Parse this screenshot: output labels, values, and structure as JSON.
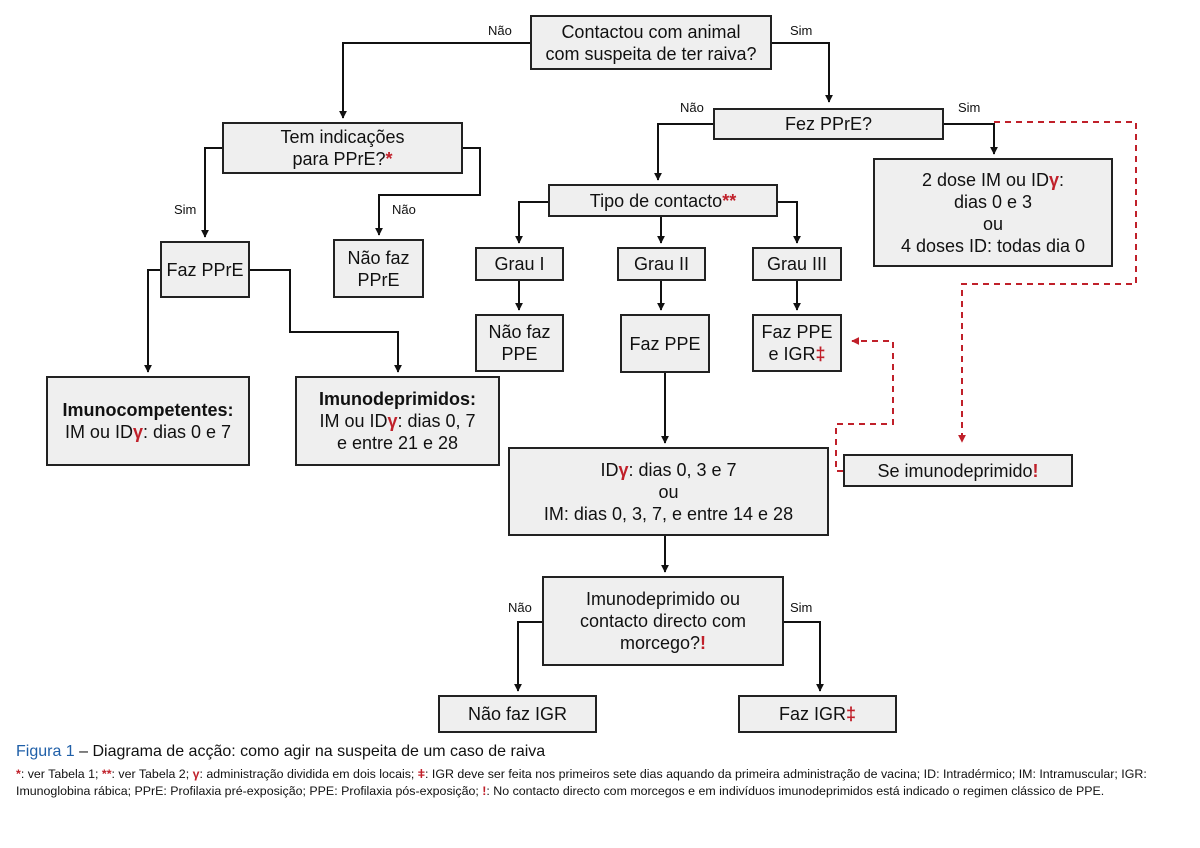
{
  "nodes": {
    "q_contact": {
      "line1": "Contactou com animal",
      "line2": "com suspeita de ter raiva?"
    },
    "q_ppre_ind": {
      "line1": "Tem indicações",
      "line2": "para PPrE?",
      "mark": "*"
    },
    "q_fez_ppre": {
      "text": "Fez PPrE?"
    },
    "nao_faz_ppre": {
      "line1": "Não faz",
      "line2": "PPrE"
    },
    "faz_ppre": {
      "text": "Faz PPrE"
    },
    "imunocompetentes": {
      "title": "Imunocompetentes:",
      "line1_pre": "IM ou ID",
      "gamma": "γ",
      "line1_post": ": dias 0 e 7"
    },
    "imunodeprimidos": {
      "title": "Imunodeprimidos:",
      "line1_pre": "IM ou ID",
      "gamma": "γ",
      "line1_post": ": dias 0, 7",
      "line2": "e entre 21 e 28"
    },
    "tipo_contacto": {
      "text": "Tipo de contacto",
      "mark": "**"
    },
    "grau1": {
      "text": "Grau I"
    },
    "grau2": {
      "text": "Grau II"
    },
    "grau3": {
      "text": "Grau III"
    },
    "nao_faz_ppe": {
      "line1": "Não faz",
      "line2": "PPE"
    },
    "faz_ppe": {
      "text": "Faz PPE"
    },
    "faz_ppe_igr": {
      "line1": "Faz PPE",
      "line2_pre": "e IGR",
      "mark": "‡"
    },
    "booster": {
      "line1_pre": "2 dose IM ou ID",
      "gamma": "γ",
      "line1_post": ":",
      "line2": "dias 0 e 3",
      "line3": "ou",
      "line4": "4 doses ID: todas dia 0"
    },
    "se_imuno": {
      "text": "Se imunodeprimido",
      "mark": "!"
    },
    "regimen": {
      "line1_pre": "ID",
      "gamma": "γ",
      "line1_post": ": dias 0, 3 e 7",
      "line2": "ou",
      "line3": "IM: dias 0, 3, 7, e entre 14 e 28"
    },
    "q_imuno_morcego": {
      "line1": "Imunodeprimido ou",
      "line2": "contacto directo com",
      "line3": "morcego?",
      "mark": "!"
    },
    "nao_faz_igr": {
      "text": "Não faz IGR"
    },
    "faz_igr": {
      "text": "Faz IGR",
      "mark": "‡"
    }
  },
  "edge_labels": {
    "contact_no": "Não",
    "contact_yes": "Sim",
    "ind_yes": "Sim",
    "ind_no": "Não",
    "fez_no": "Não",
    "fez_yes": "Sim",
    "imuno_no": "Não",
    "imuno_yes": "Sim"
  },
  "caption": {
    "fig": "Figura 1",
    "title": " – Diagrama de acção: como agir na suspeita de um caso de raiva",
    "notes": [
      {
        "mark": "*",
        "text": ": ver Tabela 1; "
      },
      {
        "mark": "**",
        "text": ": ver Tabela 2; "
      },
      {
        "mark": "γ",
        "text": ": administração dividida em dois locais; "
      },
      {
        "mark": "ǂ",
        "text": ": IGR deve ser feita nos primeiros sete dias aquando da primeira administração de vacina; ID: Intradérmico; IM: Intramuscular; IGR: Imunoglobina rábica; PPrE: Profilaxia pré-exposição; PPE:  Profilaxia pós-exposição; "
      },
      {
        "mark": "!",
        "text": ": No contacto directo com morcegos e em indivíduos imunodeprimidos está indicado o regimen clássico de PPE."
      }
    ]
  },
  "colors": {
    "box_fill": "#efefef",
    "line": "#111111",
    "accent_red": "#c0202a",
    "caption_blue": "#1f5fa8"
  }
}
